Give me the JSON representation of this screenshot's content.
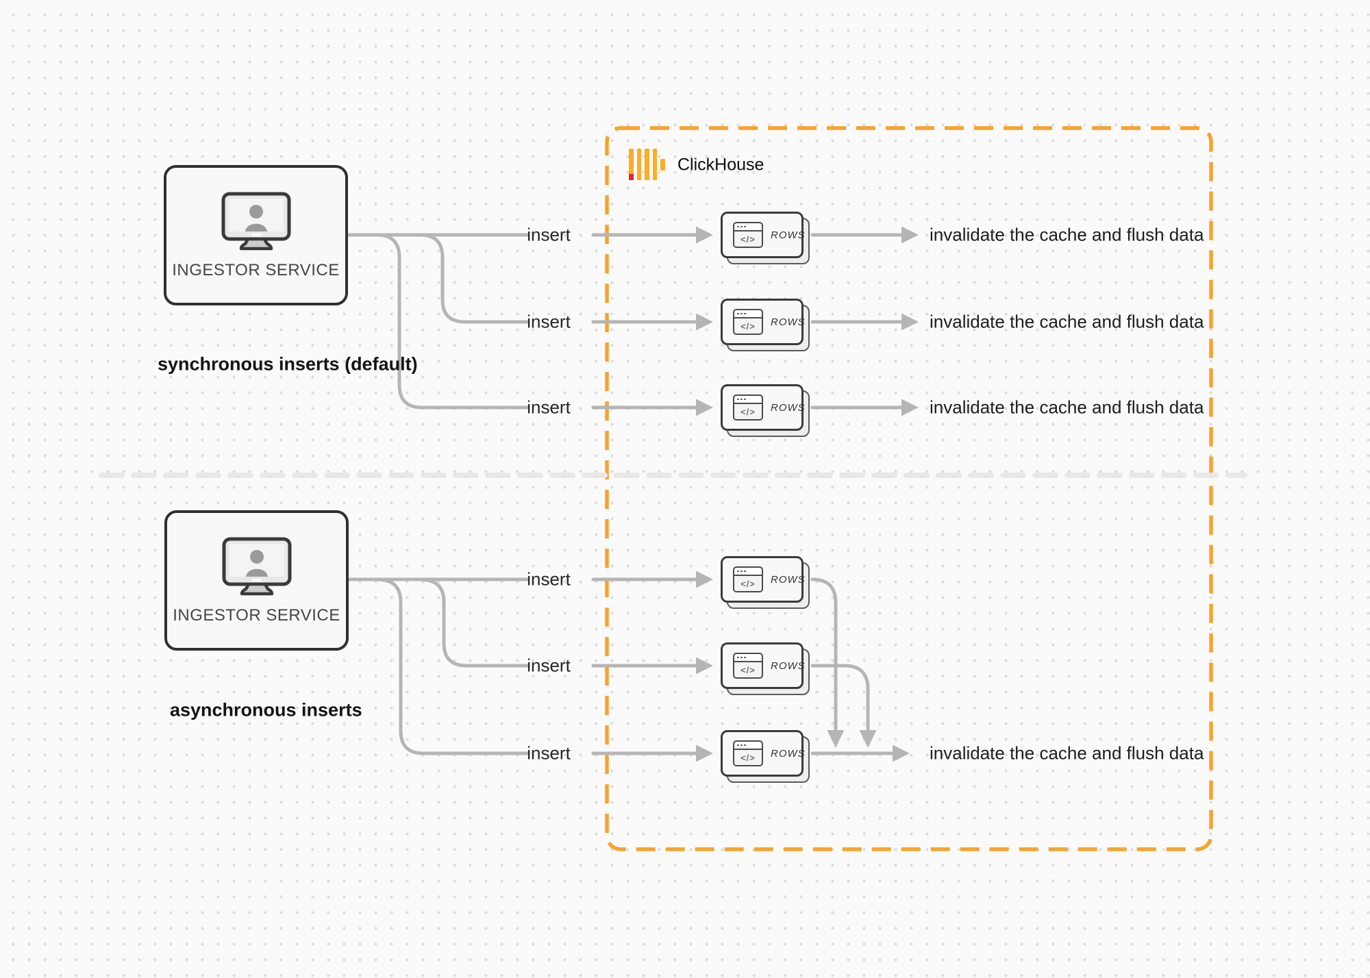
{
  "colors": {
    "accent_orange": "#F8A32C",
    "line_gray": "#B5B5B5",
    "logo_yellow": "#FBAD26",
    "logo_red": "#E5252A",
    "divider_gray": "#E8E8E8"
  },
  "clickhouse_box": {
    "logo_label": "ClickHouse"
  },
  "sync": {
    "ingestor_label": "INGESTOR SERVICE",
    "caption": "synchronous inserts (default)",
    "rows": [
      {
        "insert_label": "insert",
        "card_code": "</>",
        "card_label": "ROWS",
        "result": "invalidate the cache and flush data"
      },
      {
        "insert_label": "insert",
        "card_code": "</>",
        "card_label": "ROWS",
        "result": "invalidate the cache and flush data"
      },
      {
        "insert_label": "insert",
        "card_code": "</>",
        "card_label": "ROWS",
        "result": "invalidate the cache and flush data"
      }
    ]
  },
  "async": {
    "ingestor_label": "INGESTOR SERVICE",
    "caption": "asynchronous inserts",
    "rows": [
      {
        "insert_label": "insert",
        "card_code": "</>",
        "card_label": "ROWS"
      },
      {
        "insert_label": "insert",
        "card_code": "</>",
        "card_label": "ROWS"
      },
      {
        "insert_label": "insert",
        "card_code": "</>",
        "card_label": "ROWS"
      }
    ],
    "result": "invalidate the cache and flush data"
  }
}
